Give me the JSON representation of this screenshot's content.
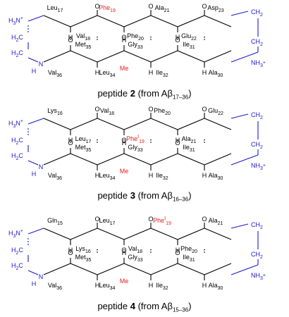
{
  "colors": {
    "black": "#000000",
    "blue": "#1a1acc",
    "red": "#e02020"
  },
  "diagram": {
    "panels": [
      {
        "top": [
          "Leu",
          "17",
          "Phe",
          "19",
          "Ala",
          "21",
          "Asp",
          "23"
        ],
        "top_mid": [
          "Val",
          "18",
          "Phe",
          "20",
          "Glu",
          "22"
        ],
        "bot_mid": [
          "Met",
          "35",
          "Gly",
          "33",
          "Ile",
          "31"
        ],
        "bottom": [
          "Val",
          "36",
          "Leu",
          "34",
          "Me",
          "Ile",
          "32",
          "Ala",
          "30"
        ],
        "caption": {
          "prefix": "peptide ",
          "num": "2",
          "suffix": " (from Aβ",
          "range": "17–36",
          "close": ")"
        }
      },
      {
        "top": [
          "Lys",
          "16",
          "Val",
          "18",
          "Phe",
          "20",
          "Glu",
          "22"
        ],
        "top_mid": [
          "Leu",
          "17",
          "Phe",
          "I",
          "19",
          "Ala",
          "21"
        ],
        "bot_mid": [
          "Met",
          "35",
          "Gly",
          "33",
          "Ile",
          "31"
        ],
        "bottom": [
          "Val",
          "36",
          "Leu",
          "34",
          "Me",
          "Ile",
          "32",
          "Ala",
          "30"
        ],
        "caption": {
          "prefix": "peptide ",
          "num": "3",
          "suffix": " (from Aβ",
          "range": "16–36",
          "close": ")"
        }
      },
      {
        "top": [
          "Gln",
          "15",
          "Leu",
          "17",
          "Phe",
          "I",
          "19",
          "Ala",
          "21"
        ],
        "top_mid": [
          "Lys",
          "16",
          "Val",
          "18",
          "Phe",
          "20"
        ],
        "bot_mid": [
          "Met",
          "35",
          "Gly",
          "33",
          "Ile",
          "31"
        ],
        "bottom": [
          "Val",
          "36",
          "Leu",
          "34",
          "Me",
          "Ile",
          "32",
          "Ala",
          "30"
        ],
        "caption": {
          "prefix": "peptide ",
          "num": "4",
          "suffix": " (from Aβ",
          "range": "15–36",
          "close": ")"
        }
      }
    ],
    "turn_left": {
      "amine": "H",
      "amine_sub": "3",
      "amine_sign": "N",
      "plus": "+",
      "ch2": "H",
      "ch2_sub": "2",
      "ch2_c": "C",
      "n": "N",
      "h": "H"
    },
    "turn_right": {
      "ch2": "CH",
      "ch2_sub": "2",
      "amine": "NH",
      "amine_sub": "3",
      "plus": "+"
    },
    "atoms": {
      "h": "H",
      "n": "N",
      "o": "O"
    }
  }
}
